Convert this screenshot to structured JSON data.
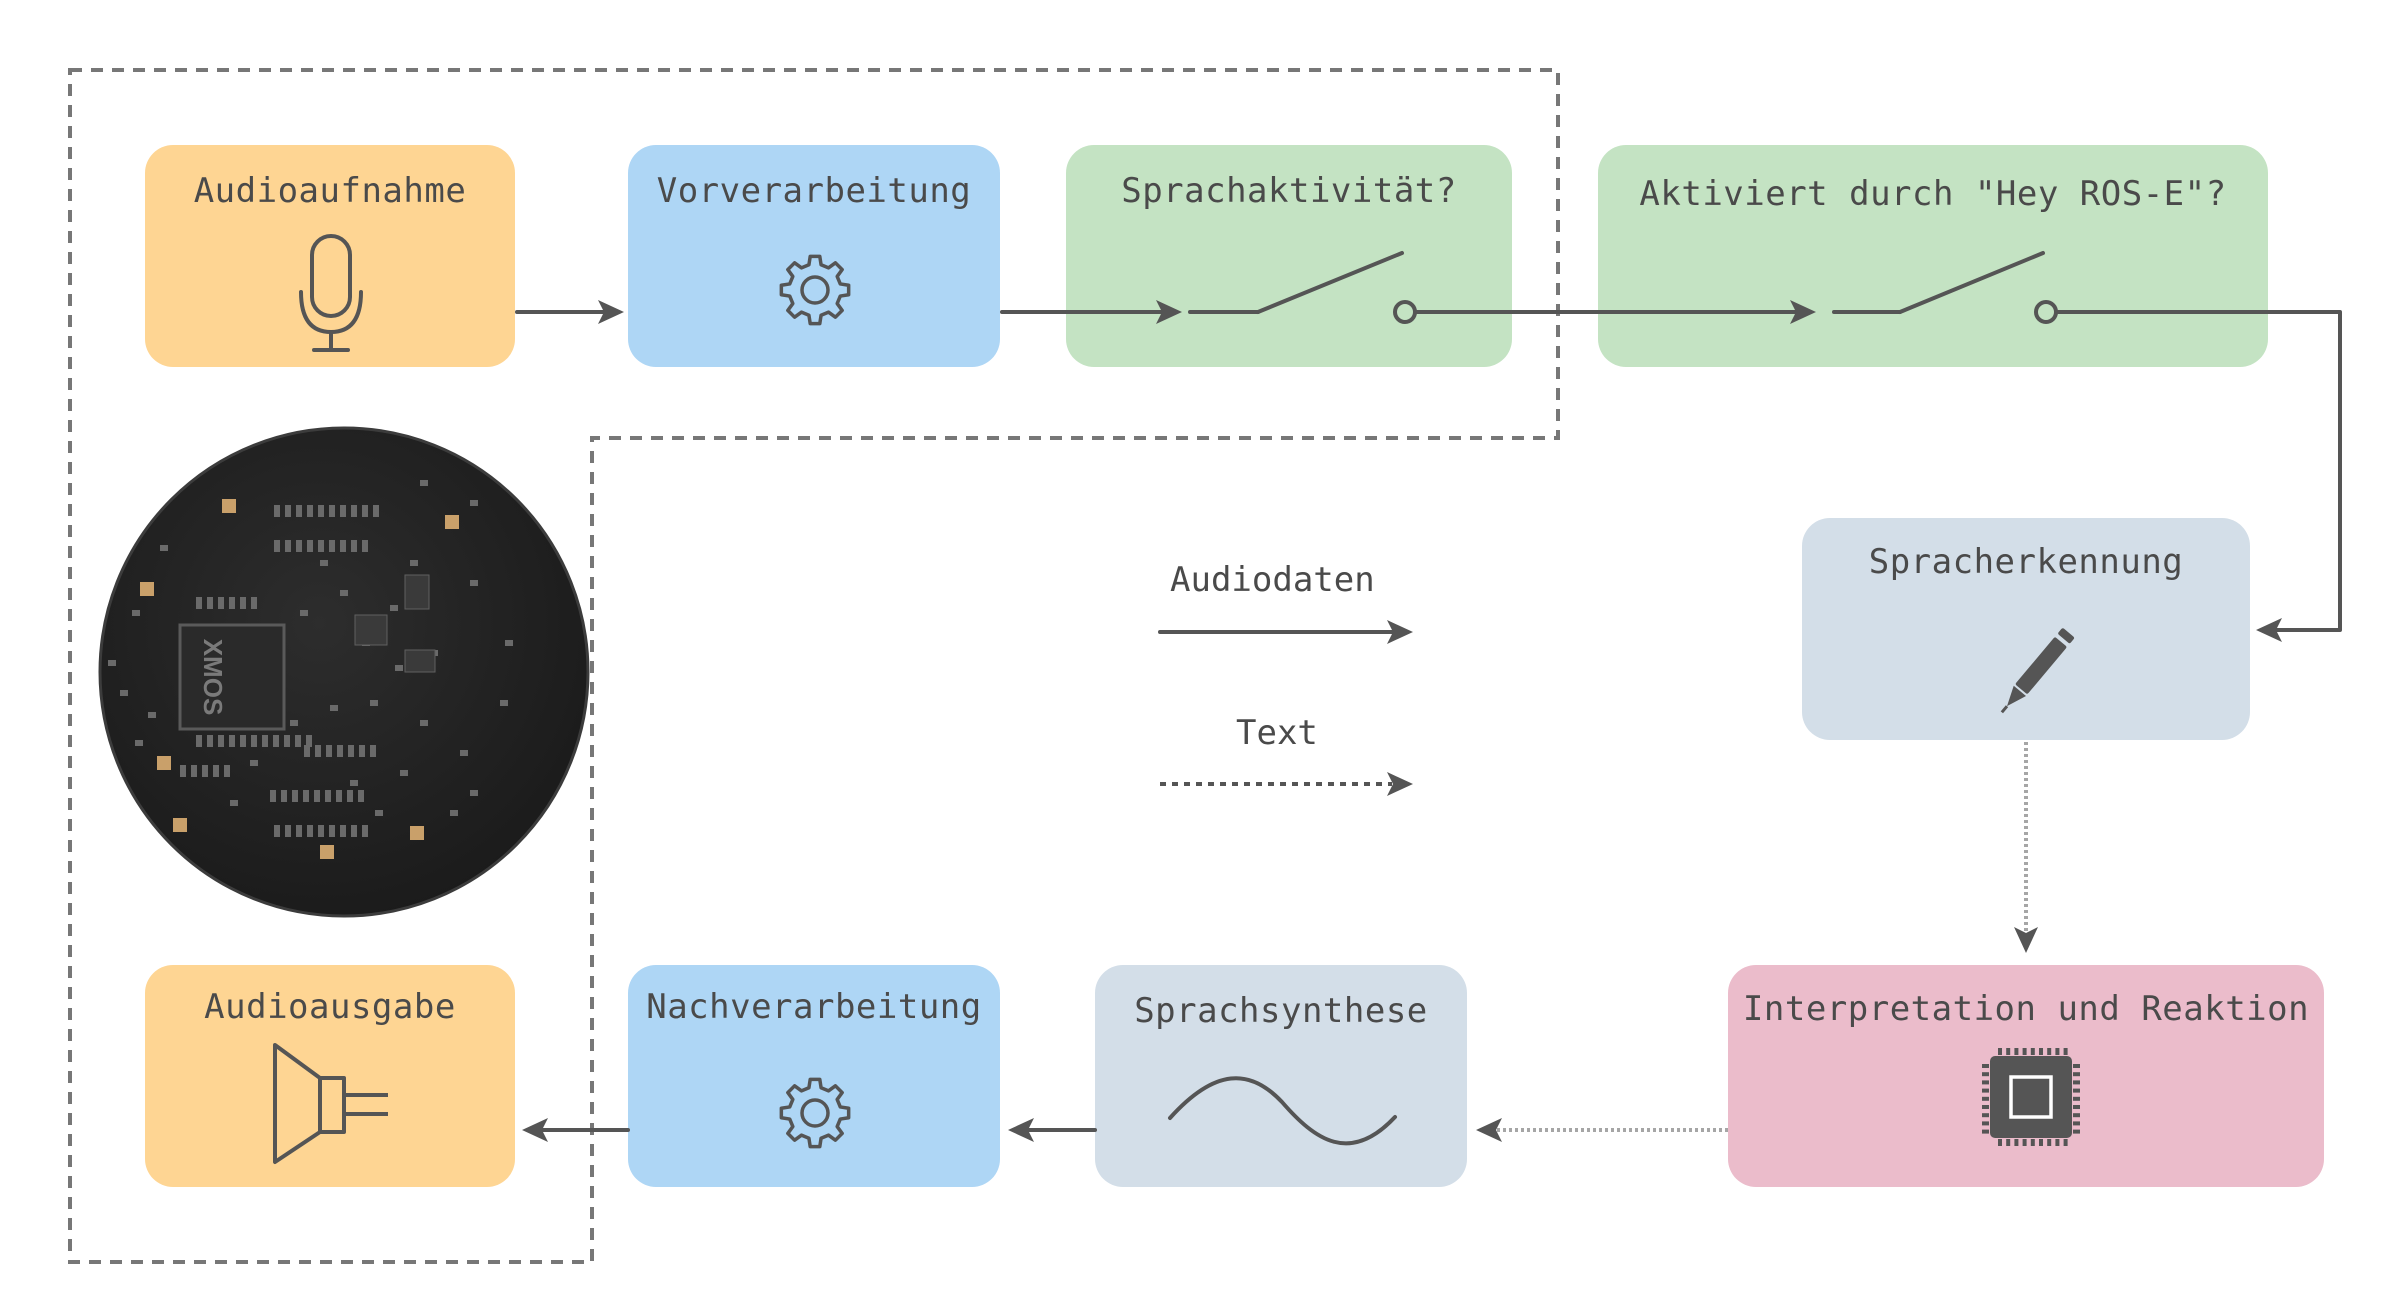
{
  "colors": {
    "orange": "#fed593",
    "blue": "#aed6f5",
    "green": "#c4e3c3",
    "slate": "#d3dee8",
    "pink": "#ebbccb",
    "line": "#555555",
    "gray_line": "#a6a6a6",
    "text": "#4a4a4a"
  },
  "boxes": {
    "audio_in": {
      "label": "Audioaufnahme",
      "icon": "microphone-icon"
    },
    "preprocessing": {
      "label": "Vorverarbeitung",
      "icon": "gear-icon"
    },
    "vad": {
      "label": "Sprachaktivität?",
      "icon": "switch-icon"
    },
    "wakeword": {
      "label": "Aktiviert durch \"Hey ROS-E\"?",
      "icon": "switch-icon"
    },
    "asr": {
      "label": "Spracherkennung",
      "icon": "pen-icon"
    },
    "interpretation": {
      "label": "Interpretation und Reaktion",
      "icon": "chip-icon"
    },
    "tts": {
      "label": "Sprachsynthese",
      "icon": "sine-wave-icon"
    },
    "postprocessing": {
      "label": "Nachverarbeitung",
      "icon": "gear-icon"
    },
    "audio_out": {
      "label": "Audioausgabe",
      "icon": "speaker-icon"
    }
  },
  "legend": {
    "audio": "Audiodaten",
    "text": "Text"
  },
  "board": {
    "chip_text": "XMOS",
    "icon": "microphone-array-board"
  }
}
